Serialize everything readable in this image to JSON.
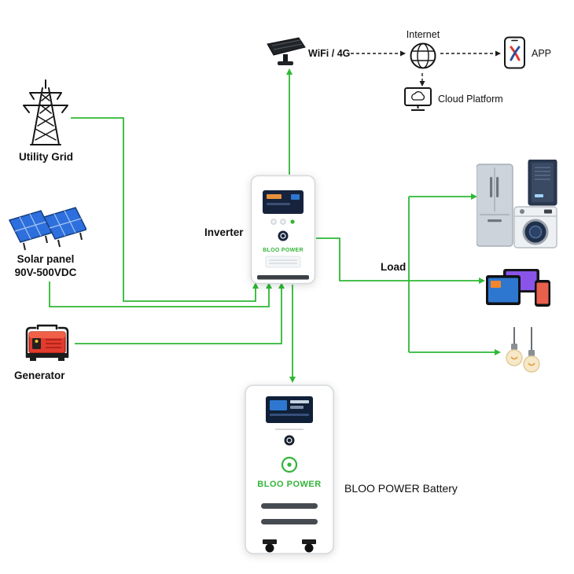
{
  "colors": {
    "connection_green": "#2eb835",
    "dashed_line": "#1c1c1c",
    "brand_green": "#35b43a",
    "solar_blue": "#2d6fdd",
    "generator_red": "#e33b2f",
    "text": "#111111"
  },
  "nodes": {
    "wifi": {
      "label": "WiFi / 4G"
    },
    "internet": {
      "label": "Internet"
    },
    "app": {
      "label": "APP"
    },
    "cloud": {
      "label": "Cloud Platform"
    },
    "utility_grid": {
      "label": "Utility Grid"
    },
    "solar": {
      "label": "Solar panel",
      "sublabel": "90V-500VDC"
    },
    "generator": {
      "label": "Generator"
    },
    "inverter": {
      "label": "Inverter",
      "brand": "BLOO POWER"
    },
    "load": {
      "label": "Load"
    },
    "battery": {
      "label": "BLOO POWER Battery",
      "brand": "BLOO POWER"
    }
  },
  "connections": [
    {
      "from": "utility-grid",
      "to": "inverter",
      "style": "solid-green-arrow"
    },
    {
      "from": "solar-panel",
      "to": "inverter",
      "style": "solid-green-arrow"
    },
    {
      "from": "generator",
      "to": "inverter",
      "style": "solid-green-arrow"
    },
    {
      "from": "inverter",
      "to": "battery",
      "style": "solid-green-arrow"
    },
    {
      "from": "inverter",
      "to": "wifi-4g",
      "style": "solid-green-arrow"
    },
    {
      "from": "inverter",
      "to": "load",
      "style": "solid-green"
    },
    {
      "from": "load",
      "to": "appliances",
      "style": "solid-green-arrow"
    },
    {
      "from": "load",
      "to": "mobile-devices",
      "style": "solid-green-arrow"
    },
    {
      "from": "load",
      "to": "light-bulbs",
      "style": "solid-green-arrow"
    },
    {
      "from": "wifi-4g",
      "to": "internet",
      "style": "dashed-black-arrow"
    },
    {
      "from": "internet",
      "to": "app",
      "style": "dashed-black-arrow"
    },
    {
      "from": "internet",
      "to": "cloud-platform",
      "style": "dashed-black-arrow"
    }
  ]
}
